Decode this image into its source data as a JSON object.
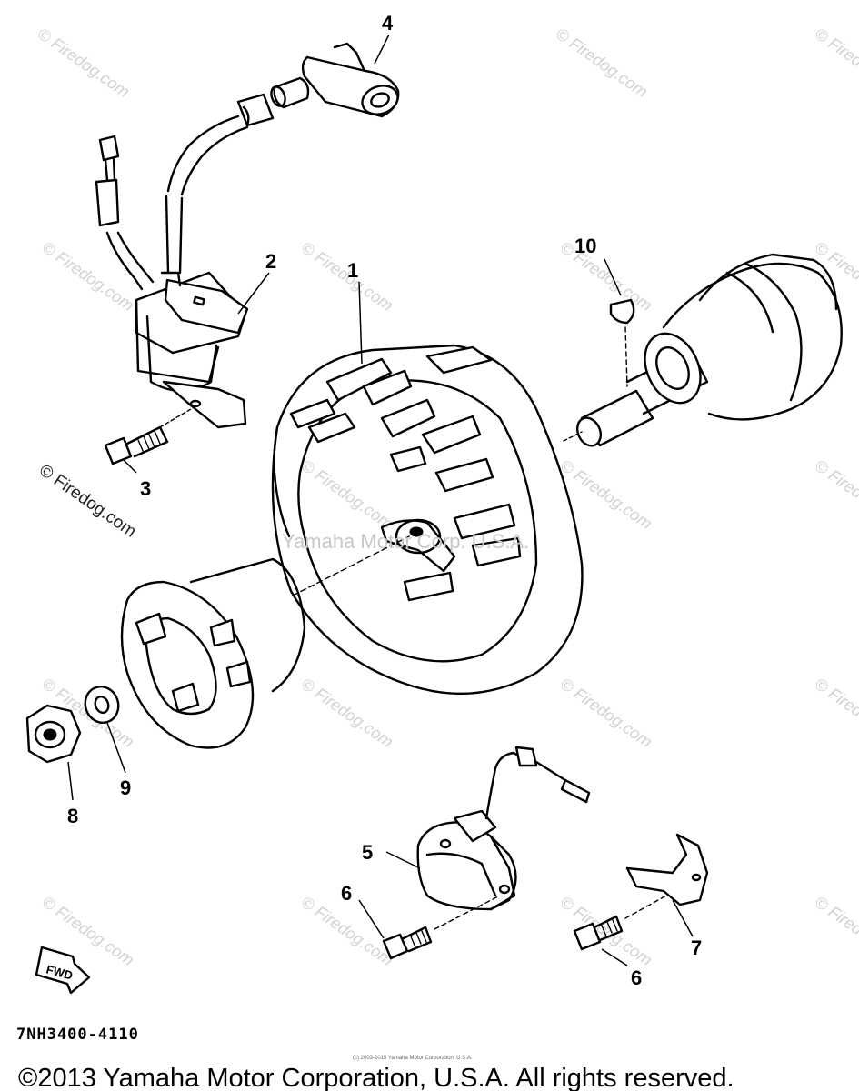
{
  "diagram": {
    "callouts": {
      "c1": "1",
      "c2": "2",
      "c3": "3",
      "c4": "4",
      "c5": "5",
      "c6a": "6",
      "c6b": "6",
      "c7": "7",
      "c8": "8",
      "c9": "9",
      "c10": "10"
    },
    "watermark_text": "© Firedog.com",
    "center_watermark": "Yamaha Motor Corp. U.S.A.",
    "fwd_label": "FWD",
    "drawing_code": "7NH3400-4110",
    "small_notice": "(c) 2003-2015 Yamaha Motor Corporation, U.S.A.",
    "copyright": "©2013 Yamaha Motor Corporation, U.S.A. All rights reserved."
  }
}
